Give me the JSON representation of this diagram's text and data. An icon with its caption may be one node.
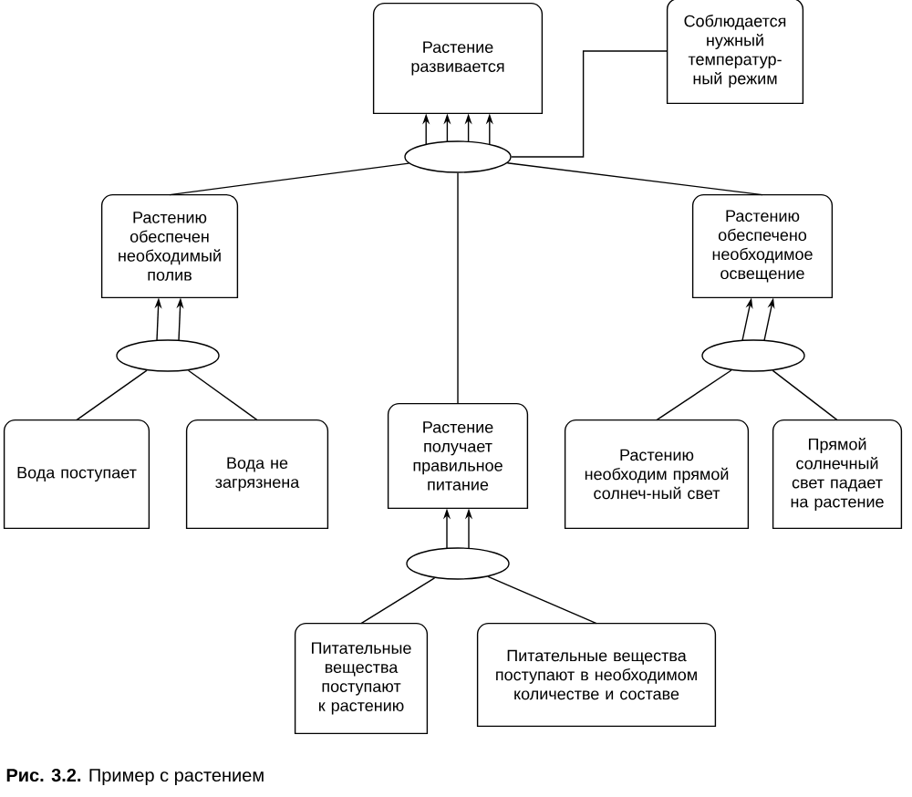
{
  "diagram": {
    "caption": "**Рис. 3.2.** Пример с растением",
    "nodes": [
      {
        "text": [
          "Растение развивается"
        ]
      },
      {
        "text": [
          "Соблюдается нужный температур-ный режим"
        ]
      },
      {
        "text": [],
        "shape": "ellipse"
      },
      {
        "text": [
          "Растению обеспечен необходимый полив"
        ]
      },
      {
        "text": [
          "Растение получает правильное питание"
        ]
      },
      {
        "text": [
          "Растению обеспечено необходимое освещение"
        ]
      },
      {
        "text": [],
        "shape": "ellipse"
      },
      {
        "text": [
          "Вода поступает"
        ]
      },
      {
        "text": [
          "Вода не загрязнена"
        ]
      },
      {
        "text": [],
        "shape": "ellipse"
      },
      {
        "text": [
          "Растению необходим прямой солнеч-ный свет"
        ]
      },
      {
        "text": [
          "Прямой солнечный свет падает на растение"
        ]
      },
      {
        "text": [],
        "shape": "ellipse"
      },
      {
        "text": [
          "Питательные вещества поступают к растению"
        ]
      },
      {
        "text": [
          "Питательные вещества поступают в необходимом количестве и составе"
        ]
      }
    ],
    "edges": [
      {
        "from": 3,
        "to": 2,
        "arrow": "none"
      },
      {
        "from": 4,
        "to": 2,
        "arrow": "none"
      },
      {
        "from": 5,
        "to": 2,
        "arrow": "none"
      },
      {
        "from": 1,
        "to": 2,
        "arrow": "none"
      },
      {
        "from": 2,
        "to": 0,
        "arrow": "to"
      },
      {
        "from": 2,
        "to": 0,
        "arrow": "to"
      },
      {
        "from": 2,
        "to": 0,
        "arrow": "to"
      },
      {
        "from": 2,
        "to": 0,
        "arrow": "to"
      },
      {
        "from": 7,
        "to": 6,
        "arrow": "none"
      },
      {
        "from": 8,
        "to": 6,
        "arrow": "none"
      },
      {
        "from": 6,
        "to": 3,
        "arrow": "to"
      },
      {
        "from": 6,
        "to": 3,
        "arrow": "to"
      },
      {
        "from": 10,
        "to": 9,
        "arrow": "none"
      },
      {
        "from": 11,
        "to": 9,
        "arrow": "none"
      },
      {
        "from": 9,
        "to": 5,
        "arrow": "to"
      },
      {
        "from": 9,
        "to": 5,
        "arrow": "to"
      },
      {
        "from": 13,
        "to": 12,
        "arrow": "none"
      },
      {
        "from": 14,
        "to": 12,
        "arrow": "none"
      },
      {
        "from": 12,
        "to": 4,
        "arrow": "to"
      },
      {
        "from": 12,
        "to": 4,
        "arrow": "to"
      }
    ]
  }
}
